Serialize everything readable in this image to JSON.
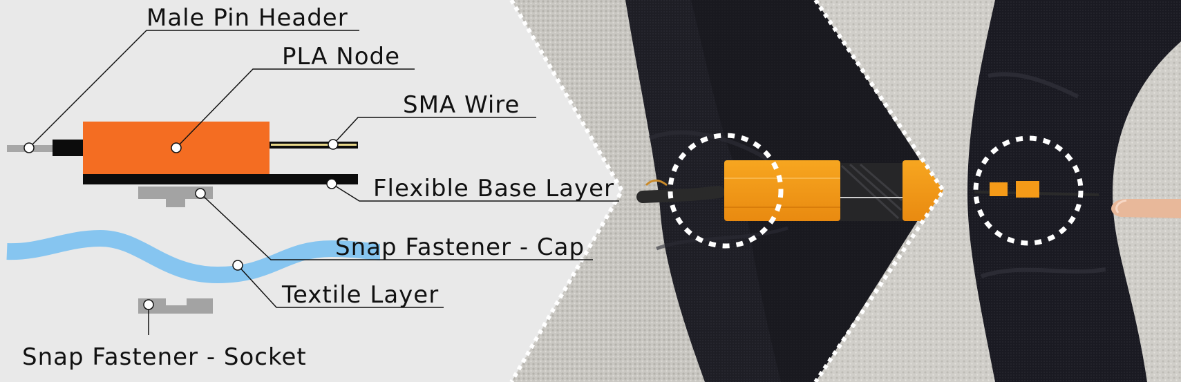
{
  "colors": {
    "background": "#e9e9e9",
    "pla_node": "#f46d22",
    "header_black": "#0c0c0c",
    "pin_gray": "#a7a7a7",
    "snap_gray": "#a3a3a3",
    "textile_blue": "#86c5f0",
    "sma_wire": "#e9d88a",
    "photo_carpet": "#c7c5c0",
    "photo_fabric": "#1c1c22",
    "photo_node": "#f49a18",
    "dashed_circle": "#ffffff"
  },
  "labels": {
    "male_pin_header": "Male Pin Header",
    "pla_node": "PLA Node",
    "sma_wire": "SMA Wire",
    "flexible_base_layer": "Flexible Base Layer",
    "snap_cap": "Snap Fastener - Cap",
    "textile_layer": "Textile Layer",
    "snap_socket": "Snap Fastener - Socket"
  },
  "photos": {
    "left": "closeup-node-on-textile-photo",
    "right": "node-on-sleeve-photo"
  }
}
